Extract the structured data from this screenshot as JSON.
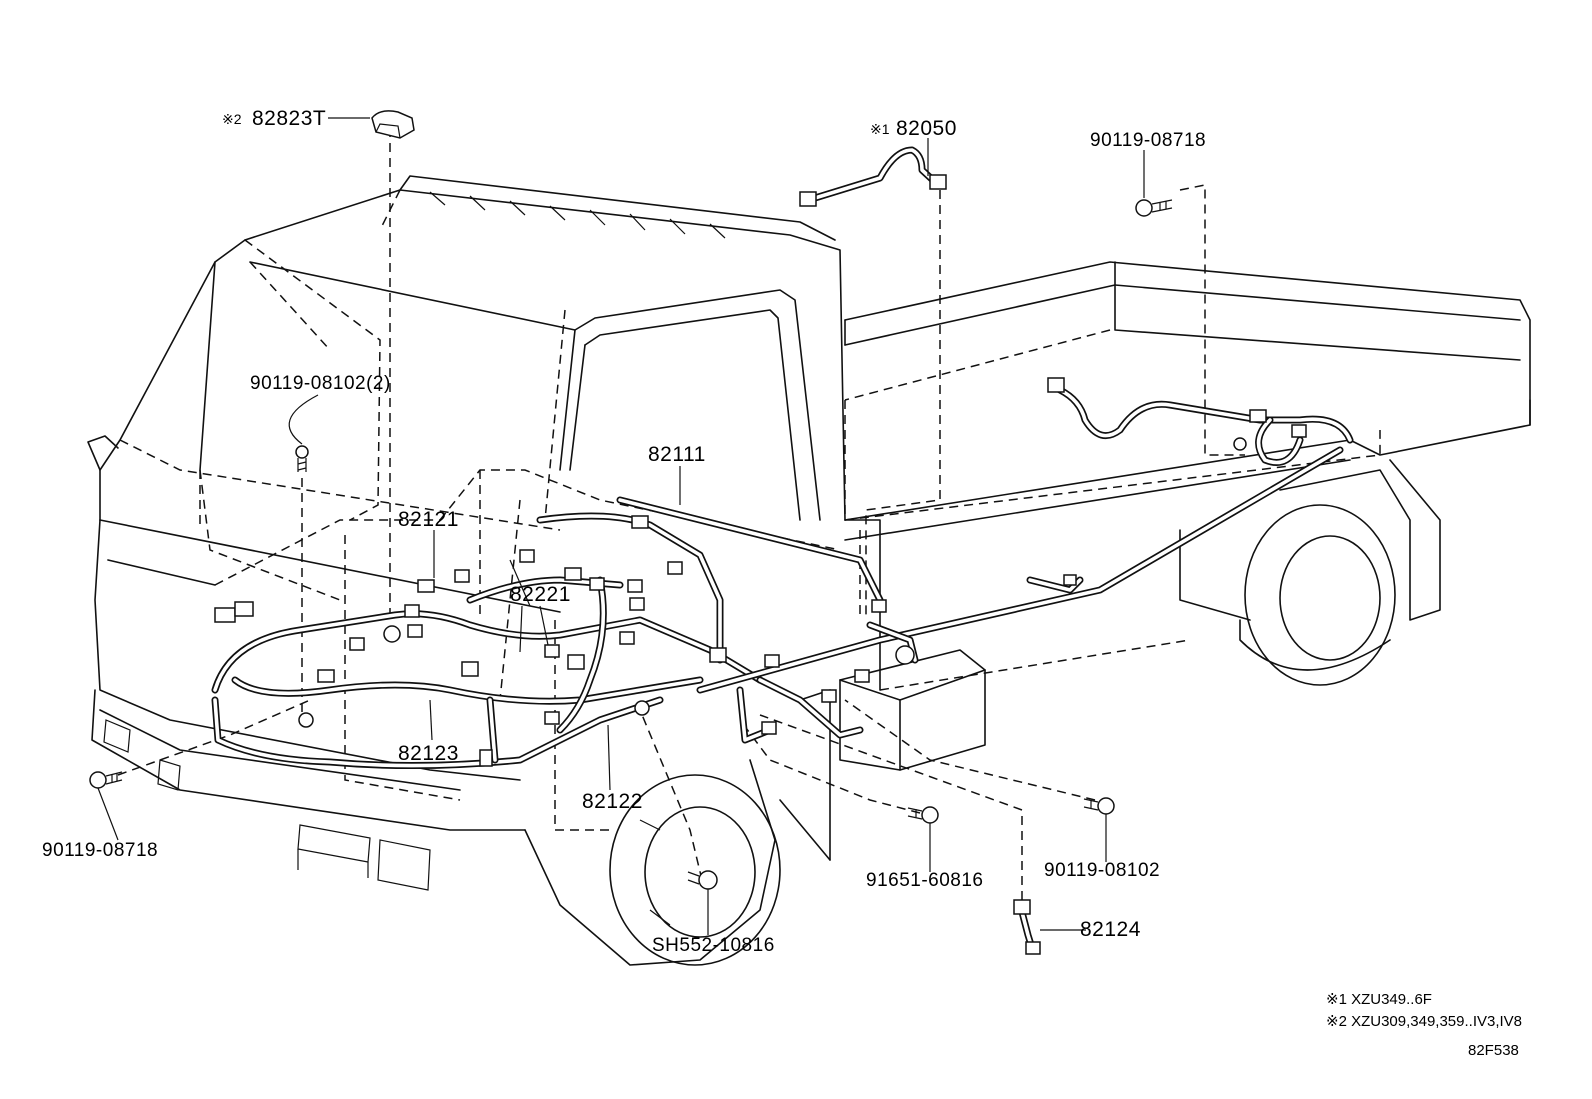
{
  "diagram": {
    "parts": {
      "p82823T": {
        "mark": "※2",
        "number": "82823T"
      },
      "p82050": {
        "mark": "※1",
        "number": "82050"
      },
      "p90119_08718_top": {
        "number": "90119-08718"
      },
      "p90119_08102_2": {
        "number": "90119-08102(2)"
      },
      "p82111": {
        "number": "82111"
      },
      "p82121": {
        "number": "82121"
      },
      "p82221": {
        "number": "82221"
      },
      "p82123": {
        "number": "82123"
      },
      "p82122": {
        "number": "82122"
      },
      "p90119_08718_left": {
        "number": "90119-08718"
      },
      "p91651_60816": {
        "number": "91651-60816"
      },
      "p90119_08102": {
        "number": "90119-08102"
      },
      "pSH552_10816": {
        "number": "SH552-10816"
      },
      "p82124": {
        "number": "82124"
      }
    },
    "notes": {
      "note1": "※1 XZU349..6F",
      "note2": "※2 XZU309,349,359..IV3,IV8",
      "figure_code": "82F538"
    }
  }
}
